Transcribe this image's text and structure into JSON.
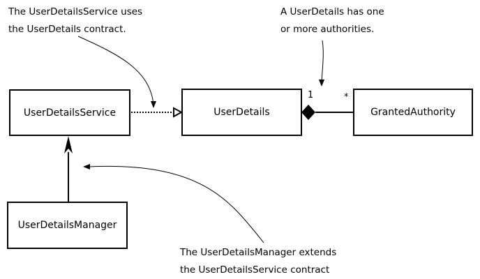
{
  "classes": {
    "service": "UserDetailsService",
    "details": "UserDetails",
    "authority": "GrantedAuthority",
    "manager": "UserDetailsManager"
  },
  "notes": {
    "uses": [
      "The UserDetailsService uses",
      "the UserDetails contract."
    ],
    "has": [
      "A UserDetails has one",
      "or more authorities."
    ],
    "extends": [
      "The UserDetailsManager extends",
      "the UserDetailsService contract"
    ]
  },
  "multiplicity": {
    "details_end": "1",
    "authority_end": "*"
  },
  "relations": [
    {
      "from": "UserDetailsService",
      "to": "UserDetails",
      "kind": "dependency (dotted, open triangle)"
    },
    {
      "from": "UserDetails",
      "to": "GrantedAuthority",
      "kind": "composition (filled diamond)"
    },
    {
      "from": "UserDetailsManager",
      "to": "UserDetailsService",
      "kind": "extends (solid arrow)"
    }
  ],
  "colors": {
    "line": "#000000",
    "background": "#ffffff"
  }
}
